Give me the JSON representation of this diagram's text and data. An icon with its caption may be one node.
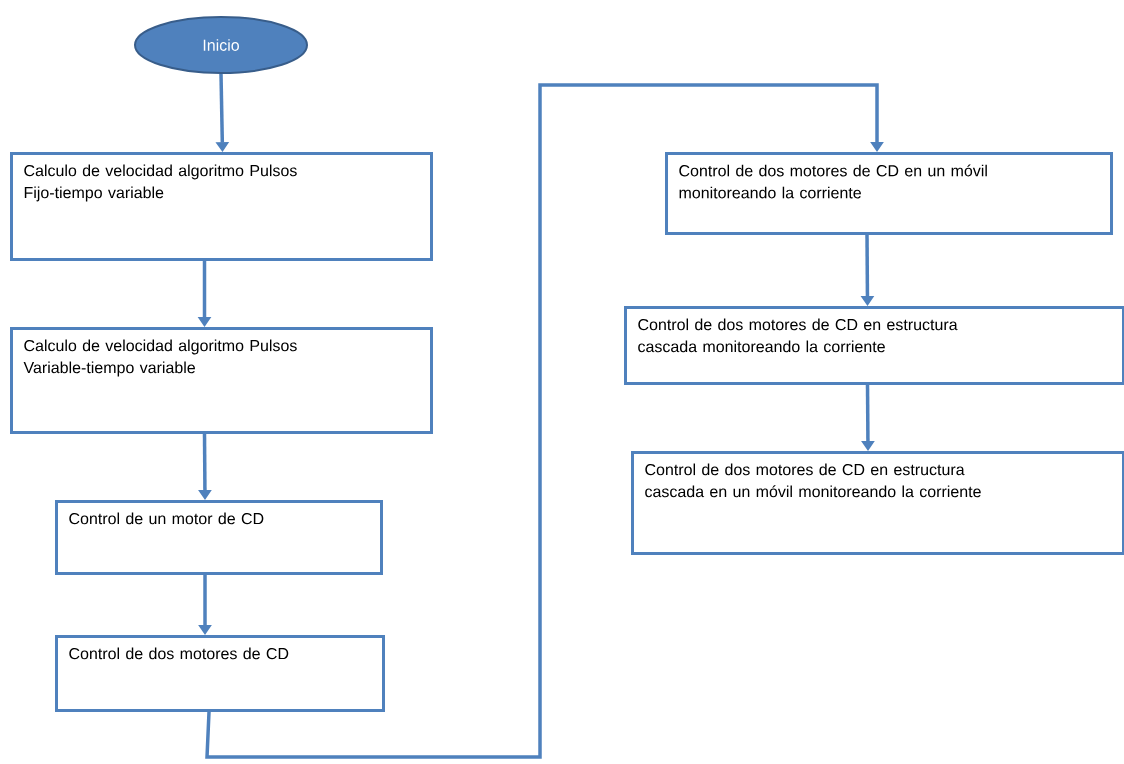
{
  "diagram": {
    "nodes": [
      {
        "text": [
          "Inicio"
        ]
      },
      {
        "text": [
          "Calculo de velocidad algoritmo Pulsos Fijo-tiempo variable"
        ]
      },
      {
        "text": [
          "Calculo de velocidad algoritmo Pulsos Variable-tiempo variable"
        ]
      },
      {
        "text": [
          "Control de un motor de CD"
        ]
      },
      {
        "text": [
          "Control de dos motores de CD"
        ]
      },
      {
        "text": [
          "Control de dos motores de CD en un móvil monitoreando la corriente"
        ]
      },
      {
        "text": [
          "Control de dos motores de CD en estructura cascada monitoreando la corriente"
        ]
      },
      {
        "text": [
          "Control de dos motores de CD en estructura cascada en un móvil monitoreando la corriente"
        ]
      }
    ],
    "edges": [
      {
        "from": 0,
        "to": 1,
        "arrow": "to"
      },
      {
        "from": 1,
        "to": 2,
        "arrow": "to"
      },
      {
        "from": 2,
        "to": 3,
        "arrow": "to"
      },
      {
        "from": 3,
        "to": 4,
        "arrow": "to"
      },
      {
        "from": 4,
        "to": 5,
        "arrow": "to"
      },
      {
        "from": 5,
        "to": 6,
        "arrow": "to"
      },
      {
        "from": 6,
        "to": 7,
        "arrow": "to"
      }
    ]
  }
}
